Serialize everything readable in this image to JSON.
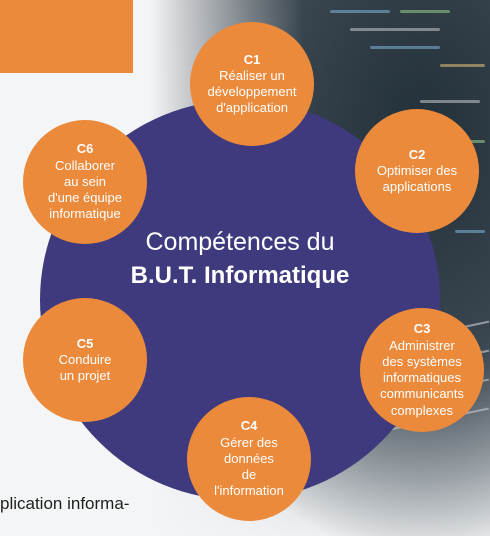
{
  "center": {
    "line1": "Compétences du",
    "line2": "B.U.T. Informatique"
  },
  "competences": [
    {
      "code": "C1",
      "label": "Réaliser un\ndéveloppement\nd'application"
    },
    {
      "code": "C2",
      "label": "Optimiser des\napplications"
    },
    {
      "code": "C3",
      "label": "Administrer\ndes systèmes\ninformatiques\ncommunicants\ncomplexes"
    },
    {
      "code": "C4",
      "label": "Gérer des\ndonnées\nde\nl'information"
    },
    {
      "code": "C5",
      "label": "Conduire\nun projet"
    },
    {
      "code": "C6",
      "label": "Collaborer\nau sein\nd'une équipe\ninformatique"
    }
  ],
  "bottom_text": "plication informa-",
  "colors": {
    "circle": "#3e3a7d",
    "node": "#ec8a3c",
    "text": "#ffffff"
  }
}
